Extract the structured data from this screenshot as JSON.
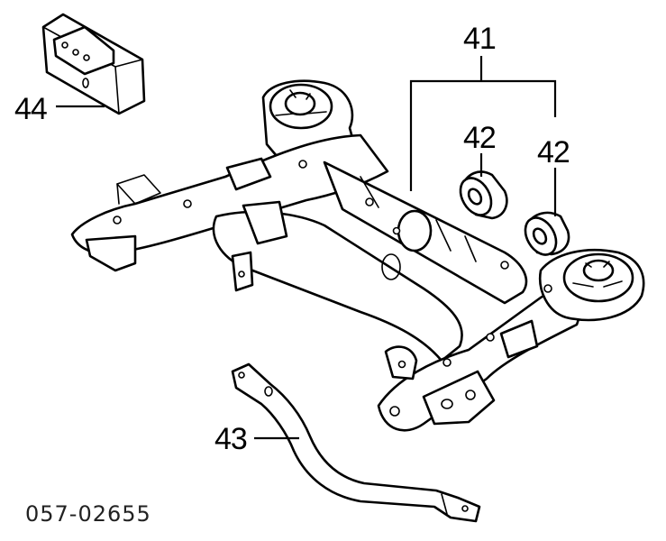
{
  "callouts": {
    "c41": "41",
    "c42a": "42",
    "c42b": "42",
    "c43": "43",
    "c44": "44"
  },
  "diagram_code": "057-02655"
}
